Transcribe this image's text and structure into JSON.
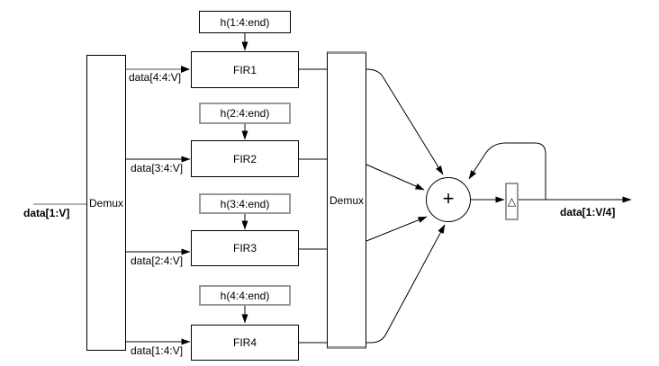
{
  "diagram": {
    "input": {
      "label": "data[1:V]"
    },
    "output": {
      "label": "data[1:V/4]"
    },
    "demux_input": {
      "label": "Demux"
    },
    "demux_output": {
      "label": "Demux"
    },
    "branches": [
      {
        "coeff": "h(1:4:end)",
        "fir": "FIR1",
        "wire": "data[4:4:V]"
      },
      {
        "coeff": "h(2:4:end)",
        "fir": "FIR2",
        "wire": "data[3:4:V]"
      },
      {
        "coeff": "h(3:4:end)",
        "fir": "FIR3",
        "wire": "data[2:4:V]"
      },
      {
        "coeff": "h(4:4:end)",
        "fir": "FIR4",
        "wire": "data[1:4:V]"
      }
    ],
    "summer": {
      "symbol": "+"
    },
    "delay": {
      "symbol": "△"
    },
    "colors": {
      "line": "#000000",
      "muted_border": "#999999",
      "gray_wire": "#888888",
      "background": "#ffffff",
      "text": "#000000"
    }
  }
}
